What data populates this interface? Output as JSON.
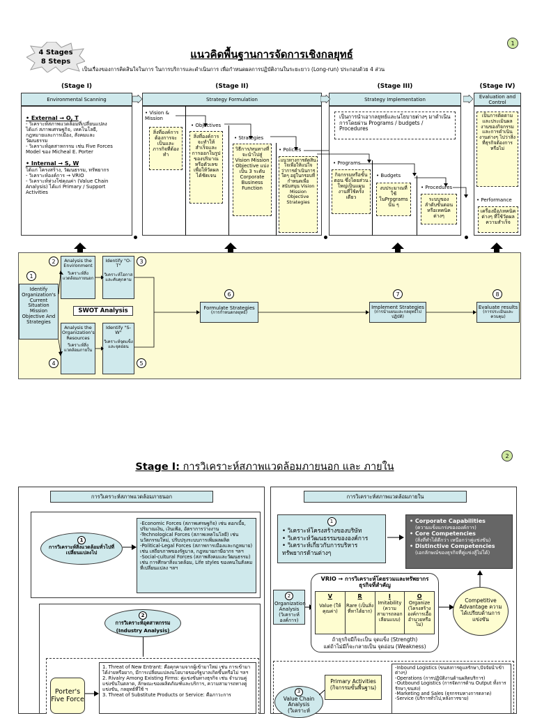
{
  "badge": {
    "line1": "4 Stages",
    "line2": "8 Steps"
  },
  "page1": {
    "number": "1",
    "title": "แนวคิดพื้นฐานการจัดการเชิงกลยุทธ์",
    "subtitle": "เป็นเรื่องของการคิดสินใจในการ ในการบริการและดำเนินการ เพื่อกำหนดผลการปฏิบัติงานในระยะยาว (Long-run) ประกอบด้วย 4 ส่วน",
    "stages": [
      {
        "label": "(Stage I)",
        "header": "Environmental Scanning"
      },
      {
        "label": "(Stage II)",
        "header": "Strategy Formulation"
      },
      {
        "label": "(Stage III)",
        "header": "Strategy Implementation"
      },
      {
        "label": "(Stage IV)",
        "header": "Evaluation and Control"
      }
    ],
    "scan": {
      "external_title": "External → O, T",
      "external_lines": [
        "- วิเคราะห์สภาพแวดล้อมที่เปลี่ยนแปลง",
        "ได้แก่ สภาพเศรษฐกิจ, เทคโนโลยี,",
        "กฎหมายและการเมือง, สังคมและ",
        "วัฒนธรรม",
        "- วิเคราะห์อุตสาหกรรม เช่น Five Forces",
        "Model ของ Micheal E. Porter"
      ],
      "internal_title": "Internal → S, W",
      "internal_lines": [
        "ได้แก่ โครงสร้าง, วัฒนธรรม, ทรัพยากร",
        "- วิเคราะห์องค์การ → VRIO",
        "- วิเคราะห์ห่วงโซ่คุณค่า (Value Chain",
        "Analysis) ได้แก่ Primary / Support",
        "Activities"
      ]
    },
    "form": {
      "vision": "Vision & Mission",
      "vision_desc": "สิ่งที่องค์การต้องการจะเป็นและภารกิจที่ต้องทำ",
      "objectives": "Objectives",
      "objectives_desc": "สิ่งที่องค์การจะทำให้สำเร็จและการออกในรูปของปริมาณหรือตัวเลขเพื่อให้วัดผลได้ชัดเจน",
      "strategies": "Strategies",
      "strategies_desc": "วิธีการ/หนทางที่จะนำไปสู่ Vision Mission Objective แบ่งเป็น 3 ระดับ Corporate Business Function",
      "policies": "Policies",
      "policies_desc": "แนวทางการตัดสินใจเพื่อให้แน่ใจว่าการดำเนินการใดๆ อยู่ในกรอบที่กำหนดเพื่อสนับสนุน Vision Mission Objective Strategies"
    },
    "impl": {
      "desc": "เป็นการนำเอากลยุทธ์และนโยบายต่างๆ มาดำเนินการโดยผ่าน Programs / budgets / Procedures",
      "programs": "Programs",
      "programs_desc": "กิจกรรมหรือขั้นตอน ซึ่งโดยส่วนใหญ่เป็นแผนงานที่ใช้ครั้งเดียว",
      "budgets": "Budgets",
      "budgets_desc": "งบประมาณที่ใช้ในPrograms นั้น ๆ",
      "procedures": "Procedures",
      "procedures_desc": "ระบบของลำดับขั้นตอนหรือเทคนิคต่างๆ"
    },
    "evalc": {
      "desc": "เป็นการติดตามและประเมินผลงานของกิจกรรมและการดำเนินงานต่างๆ ไปว่าสิ่งที่ธุรกิจต้องการหรือไม่",
      "performance": "Performance",
      "performance_desc": "เครื่องมือ/เทคนิคต่างๆ ที่ใช้วัดผลความสำเร็จ"
    },
    "flow": {
      "identify_main": "Identify Organization's Current Situation Mission Objective And Strategies",
      "analysis_env": "Analysis the Environment",
      "analysis_env_sub": "วิเคราะห์สิ่งแวดล้อมภายนอก",
      "identify_ot": "Identify \"O-T\"",
      "identify_ot_sub": "วิเคราะห์โอกาสและคับคุกคาม",
      "swot": "SWOT Analysis",
      "analysis_res": "Analysis the Organization's Resources",
      "analysis_res_sub": "วิเคราะห์สิ่งแวดล้อมภายใน",
      "identify_sw": "Identify \"S-W\"",
      "identify_sw_sub": "วิเคราะห์จุดแข็งและจุดอ่อน",
      "formulate": "Formulate Strategies",
      "formulate_sub": "(การกำหนดกลยุทธ์)",
      "implement": "Implement Strategies",
      "implement_sub": "(การนำแผนและกลยุทธ์ไปปฏิบัติ)",
      "evaluate": "Evaluate results",
      "evaluate_sub": "(การประเมินและควบคุม)",
      "nums": [
        "1",
        "2",
        "3",
        "4",
        "5",
        "6",
        "7",
        "8"
      ]
    }
  },
  "page2": {
    "number": "2",
    "title_bold": "Stage I:",
    "title_rest": " การวิเคราะห์สภาพแวดล้อมภายนอก และ ภายใน",
    "left_header": "การวิเคราะห์สภาพแวดล้อมภายนอก",
    "right_header": "การวิเคราะห์สภาพแวดล้อมภายใน",
    "ext_oval_num": "1",
    "ext_oval": "การวิเคราะห์สิ่งแวดล้อมทั่วไปที่เปลี่ยนแปลงไป",
    "forces": [
      "-Economic Forces (สภาพเศรษฐกิจ) เช่น ดอกเบี้ย, ปริมาณเงิน, เงินเฟ้อ, อัตราการว่างงาน",
      "-Technological Forces (สภาพเทคโนโลยี) เช่น นวัตกรรมใหม่, ปรับปรุงระบบการเพิ่มผลผลิต",
      "-Political-Legal Forces (สภาพการเมืองและกฎหมาย) เช่น เสถียรภาพของรัฐบาล, กฎหมายภาษีอากร ฯลฯ",
      "-Social-cultural Forces (สภาพสังคมและวัฒนธรรม) เช่น การศึกษาสิ่งแวดล้อม, Life styles ของคนในสังคมที่เปลี่ยนแปลง ฯลฯ"
    ],
    "industry_num": "2",
    "industry_title": "การวิเคราะห์อุตสาหกรรม",
    "industry_en": "(Industry Analysis)",
    "porter": "Porter's Five Force",
    "porter_items": [
      "1. Threat of New Entrant: คือคุกคามจากผู้เข้ามาใหม่ เช่น การเข้ามาได้ง่ายหรือยาก, มีการเปลี่ยนแปลงนโยบายของรัฐบาลเกิดขึ้นหรือไม่ ฯลฯ",
      "2. Rivalry Among Existing Firms: คู่แข่งขันทางธุรกิจ เช่น จำนวนคู่แข่งขันในตลาด, ลักษณะของผลิตภัณฑ์และบริการ, ความสามารถทางคู่แข่งขัน, กลยุทธ์ที่ใช้ ฯ",
      "3. Threat of Substitute Products or Service: คือภาวะการ"
    ],
    "int_num1": "1",
    "int_list": [
      "วิเคราะห์โครงสร้างของบริษัท",
      "วิเคราะห์วัฒนธรรมขององค์การ",
      "วิเคราะห์เกี่ยวกับการบริหารทรัพยากรด้านต่างๆ"
    ],
    "capabilities": [
      {
        "t": "Corporate Capabilities",
        "s": "(ความแข็งแกร่งขององค์การ)"
      },
      {
        "t": "Core Competencies",
        "s": "(สิ่งที่ทำได้ดีกว่า เหนือกว่าคู่แข่งขัน)"
      },
      {
        "t": "Distinctive Competencies",
        "s": "(เอกลักษณ์ของธุรกิจที่คู่แข่งสู้ไม่ได้)"
      }
    ],
    "org_num": "2",
    "org_analysis": "Organization Analysis (วิเคราะห์องค์การ)",
    "vrio_title": "VRIO → การวิเคราะห์โดยรวมและทรัพยากรธุรกิจที่สำคัญ",
    "vrio": [
      {
        "l": "V",
        "t": "Value (ให้คุณค่า)"
      },
      {
        "l": "R",
        "t": "Rare (เป็นสิ่งที่หาได้ยาก)"
      },
      {
        "l": "I",
        "t": "Imitability (ความสามารถลอกเลียนแบบ)"
      },
      {
        "l": "O",
        "t": "Organize (โครงสร้างองค์การเอื้ออำนวยหรือไม่)"
      }
    ],
    "vrio_note1": "ถ้าธุรกิจมีก็จะเป็น จุดแข็ง (Strength)",
    "vrio_note2": "แต่ถ้าไม่มีก็จะกลายเป็น จุดอ่อน (Weakness)",
    "competitive": "Competitive Advantage ความได้เปรียบด้านการแข่งขัน",
    "vc_num": "3",
    "value_chain": "Value Chain Analysis (วิเคราะห์",
    "primary": "Primary Activities (กิจกรรมขั้นพื้นฐาน)",
    "primary_items": [
      "-Inbound Logistics (ขนส่งการดูแลรักษา,ปัจจัยนำเข้าต่างๆ)",
      "-Operations (การปฏิบัติงานด้านผลิตบริการ)",
      "-Outbound Logistics (การจัดการด้าน Output ทั้งการรักษา,ขนส่ง)",
      "-Marketing and Sales (ธุรกรรมทางการตลาด)",
      "-Service (บริการทั่วไป,หลังการขาย)"
    ]
  }
}
